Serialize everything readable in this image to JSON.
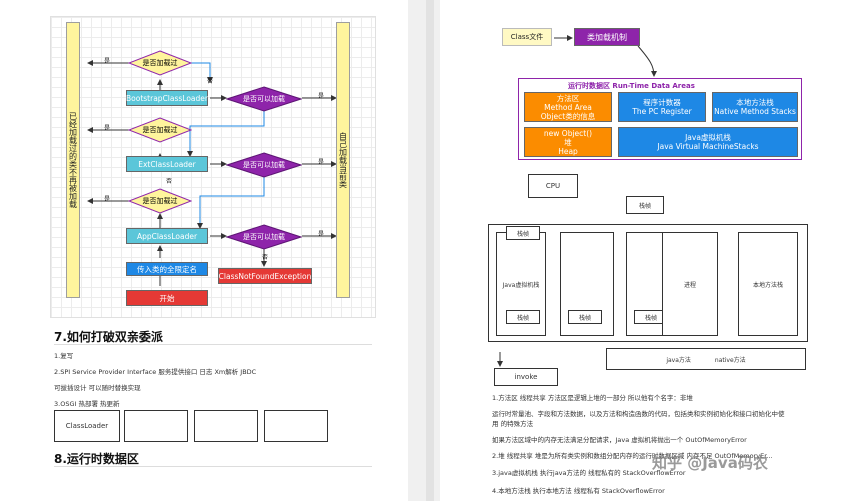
{
  "left_page": {
    "diagram": {
      "left_bar": "已经加载过的类不再被加载",
      "right_bar": "自己加载当前类",
      "loaders": [
        "BootstrapClassLoader",
        "ExtClassLoader",
        "AppClassLoader"
      ],
      "loaded_check": "是否加载过",
      "can_load_check": "是否可以加载",
      "yes": "是",
      "no": "否",
      "pass_loader": "传入类的全限定名",
      "start": "开始",
      "exception": "ClassNotFoundException"
    },
    "section7": {
      "title": "7.如何打破双亲委派",
      "items": [
        "1.复写",
        "2.SPI   Service   Provider   Interface  服务提供接口   日志   Xm解析  JBDC",
        "可拔插设计   可以随时替换实现",
        "3.OSGI  热部署  热更新"
      ],
      "boxes": [
        "ClassLoader",
        "",
        "",
        ""
      ]
    },
    "section8": {
      "title": "8.运行时数据区"
    }
  },
  "right_page": {
    "class_file": "Class文件",
    "class_loading": "类加载机制",
    "runtime_title": "运行时数据区 Run-Time Data Areas",
    "method_area": [
      "方法区",
      "Method Area",
      "Object类的信息"
    ],
    "pc_register": [
      "程序计数器",
      "The PC Register"
    ],
    "native_stacks": [
      "本地方法栈",
      "Native Method Stacks"
    ],
    "heap": [
      "new Object()",
      "堆",
      "Heap"
    ],
    "jvm_stacks": [
      "Java虚拟机栈",
      "Java Virtual MachineStacks"
    ],
    "cpu": "CPU",
    "frame": "栈帧",
    "jvm_stack_label": "Java虚拟机栈",
    "process": "进程",
    "native_stack_label": "本地方法栈",
    "java_method": "java方法",
    "native_method": "native方法",
    "invoke": "invoke",
    "notes": [
      "1.方法区   线程共享  方法区是逻辑上堆的一部分  所以他有个名字：非堆",
      "运行时常量池、字段和方法数据，以及方法和构造函数的代码，包括类和实例初始化和接口初始化中使",
      "用 的特殊方法",
      "如果方法区域中的内存无法满足分配请求，Java 虚拟机将抛出一个  OutOfMemoryError",
      "2.堆   线程共享   堆是为所有类实例和数组分配内存的运行时数据区域        内存不足  OutOfMemoryEr...",
      "3.java虚拟机栈   执行java方法的         线程私有的        StackOverflowError",
      "4.本地方法栈   执行本地方法        线程私有     StackOverflowError"
    ],
    "watermark": "知乎 @Java码农"
  }
}
